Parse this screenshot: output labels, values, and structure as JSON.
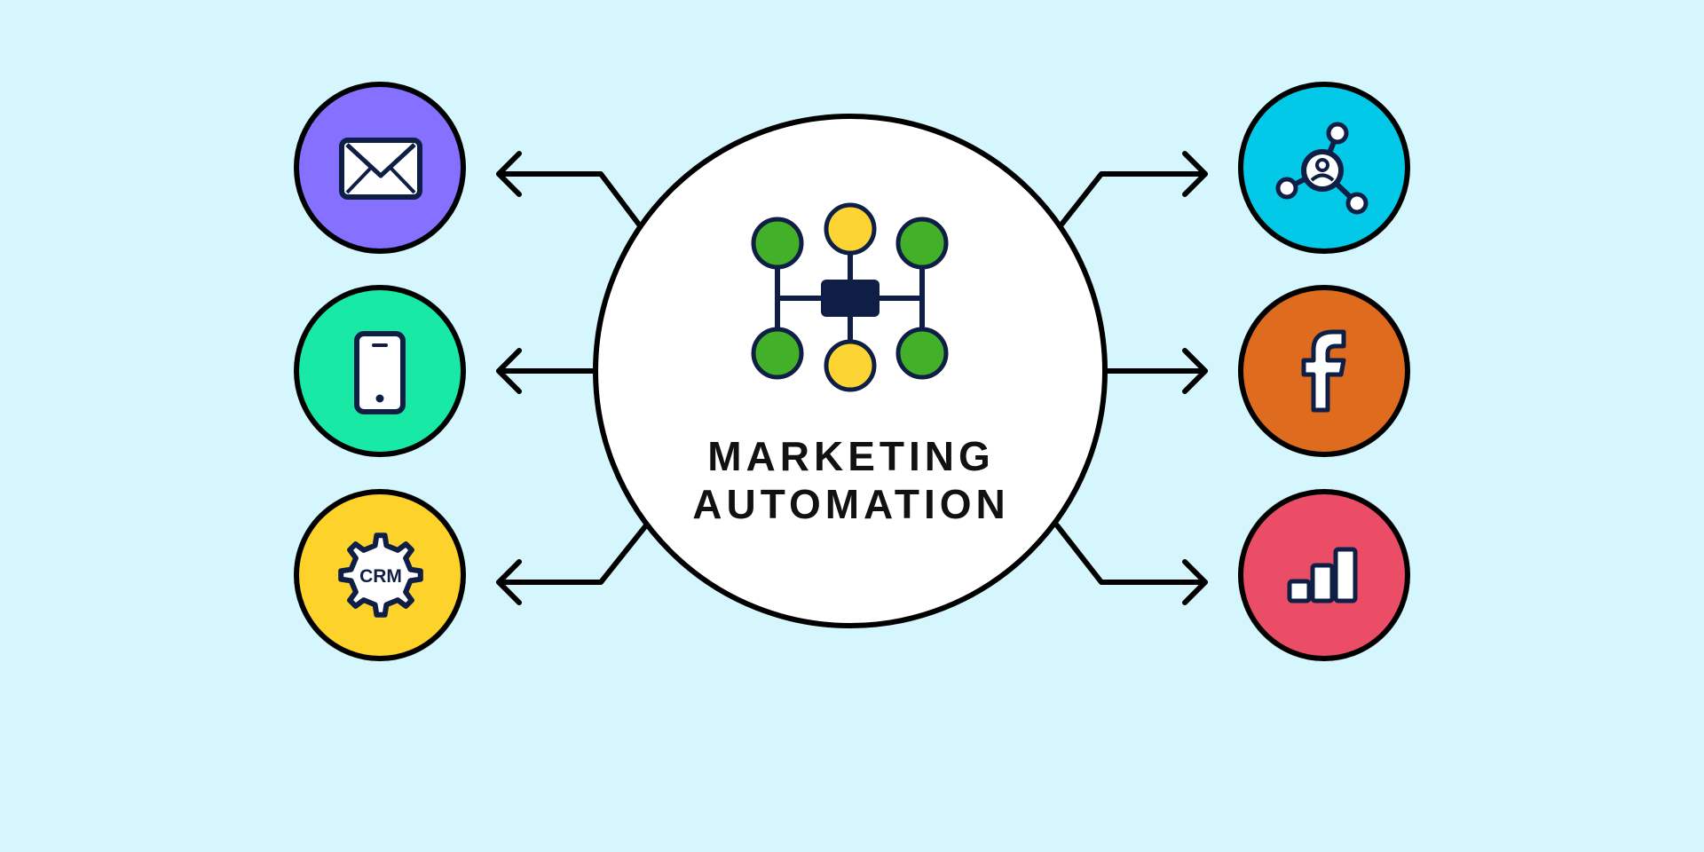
{
  "center": {
    "title_lines": [
      "MARKETING",
      "AUTOMATION"
    ],
    "hub_icon": "network-hub-icon",
    "stroke_color": "#000000"
  },
  "colors": {
    "background": "#d5f6fd",
    "icon_ink": "#0f1e44",
    "node_green": "#43b02a",
    "node_yellow": "#fcd535"
  },
  "channels": {
    "left": [
      {
        "name": "email",
        "icon": "envelope-icon",
        "color": "#8570ff"
      },
      {
        "name": "mobile",
        "icon": "smartphone-icon",
        "color": "#18eaa5"
      },
      {
        "name": "crm",
        "icon": "crm-gear-icon",
        "color": "#fdd22b",
        "label": "CRM"
      }
    ],
    "right": [
      {
        "name": "network",
        "icon": "network-nodes-icon",
        "color": "#03c9e8"
      },
      {
        "name": "facebook",
        "icon": "facebook-icon",
        "color": "#df6c1e"
      },
      {
        "name": "analytics",
        "icon": "bar-chart-icon",
        "color": "#ec4d66"
      }
    ]
  }
}
